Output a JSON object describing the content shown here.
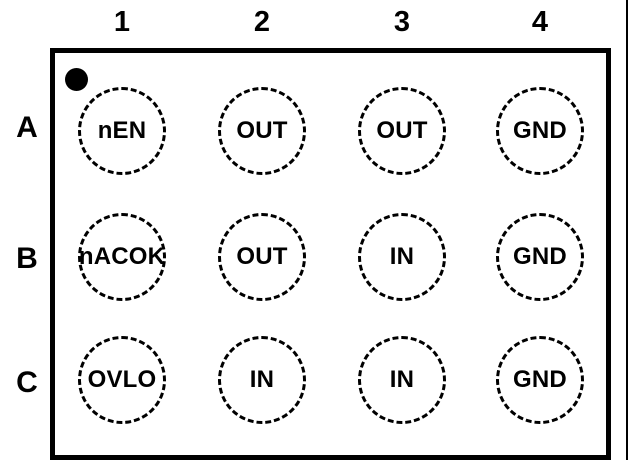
{
  "diagram": {
    "type": "ic-package-pinout",
    "column_labels": [
      "1",
      "2",
      "3",
      "4"
    ],
    "row_labels": [
      "A",
      "B",
      "C"
    ],
    "pins": [
      [
        "nEN",
        "OUT",
        "OUT",
        "GND"
      ],
      [
        "nACOK",
        "OUT",
        "IN",
        "GND"
      ],
      [
        "OVLO",
        "IN",
        "IN",
        "GND"
      ]
    ],
    "pin1_indicator": "filled-dot-top-left",
    "colors": {
      "line": "#000000",
      "text": "#000000",
      "background": "#ffffff"
    }
  }
}
